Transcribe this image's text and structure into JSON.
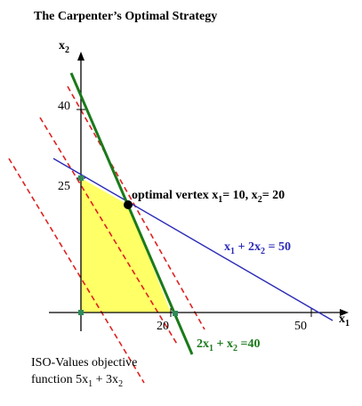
{
  "title": "The Carpenter’s Optimal Strategy",
  "axes": {
    "x_label_main": "x",
    "x_label_sub": "1",
    "y_label_main": "x",
    "y_label_sub": "2"
  },
  "ticks": {
    "y40": "40",
    "y25": "25",
    "x20": "20",
    "x50": "50"
  },
  "optimal_label": {
    "prefix": "optimal vertex x",
    "sub1": "1",
    "mid": "= 10, x",
    "sub2": "2",
    "suffix": "= 20"
  },
  "constraint_blue": {
    "a": "x",
    "a_sub": "1",
    "b": " + 2x",
    "b_sub": "2",
    "c": " = 50"
  },
  "constraint_green": {
    "a": "2x",
    "a_sub": "1",
    "b": " + x",
    "b_sub": "2",
    "c": " =40"
  },
  "iso_note": {
    "line1": "ISO-Values objective",
    "line2_a": "function 5x",
    "line2_sub1": "1",
    "line2_b": " + 3x",
    "line2_sub2": "2"
  },
  "colors": {
    "feasible_fill": "#ffff66",
    "blue_line": "#2a2ab8",
    "green_line": "#1a7a1a",
    "iso_line": "#e02020"
  }
}
